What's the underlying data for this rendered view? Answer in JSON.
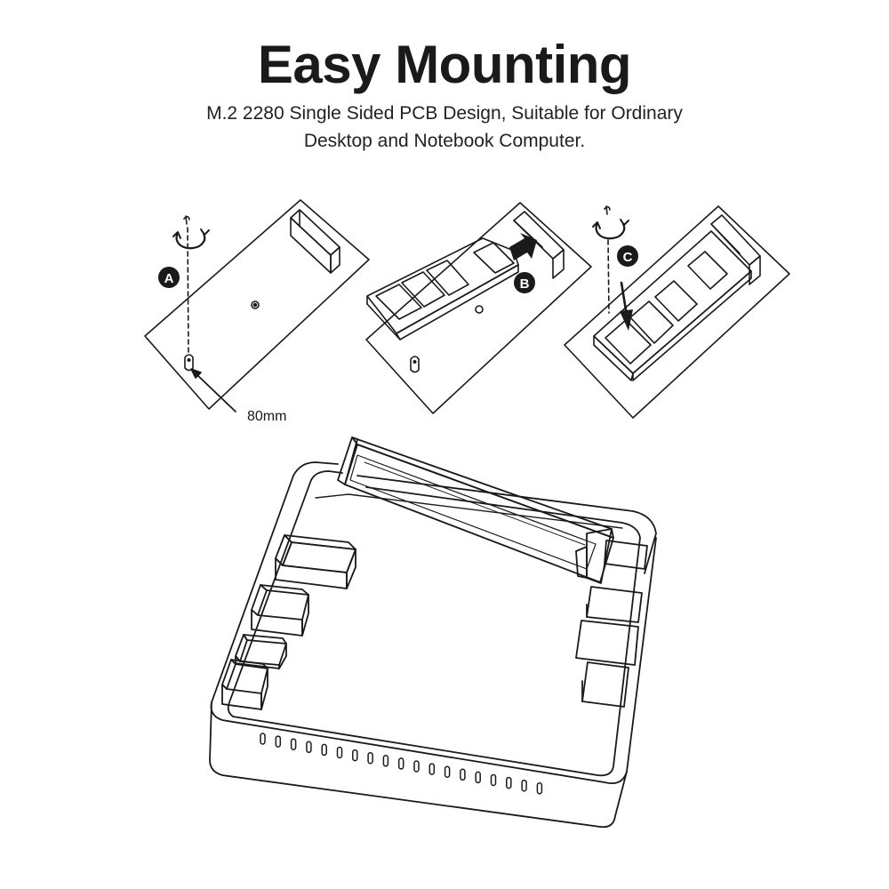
{
  "title": "Easy Mounting",
  "subtitle": {
    "line1": "M.2 2280 Single Sided PCB Design, Suitable for Ordinary",
    "line2": "Desktop and Notebook Computer."
  },
  "steps": [
    {
      "letter": "A"
    },
    {
      "letter": "B"
    },
    {
      "letter": "C"
    }
  ],
  "measurement": "80mm"
}
